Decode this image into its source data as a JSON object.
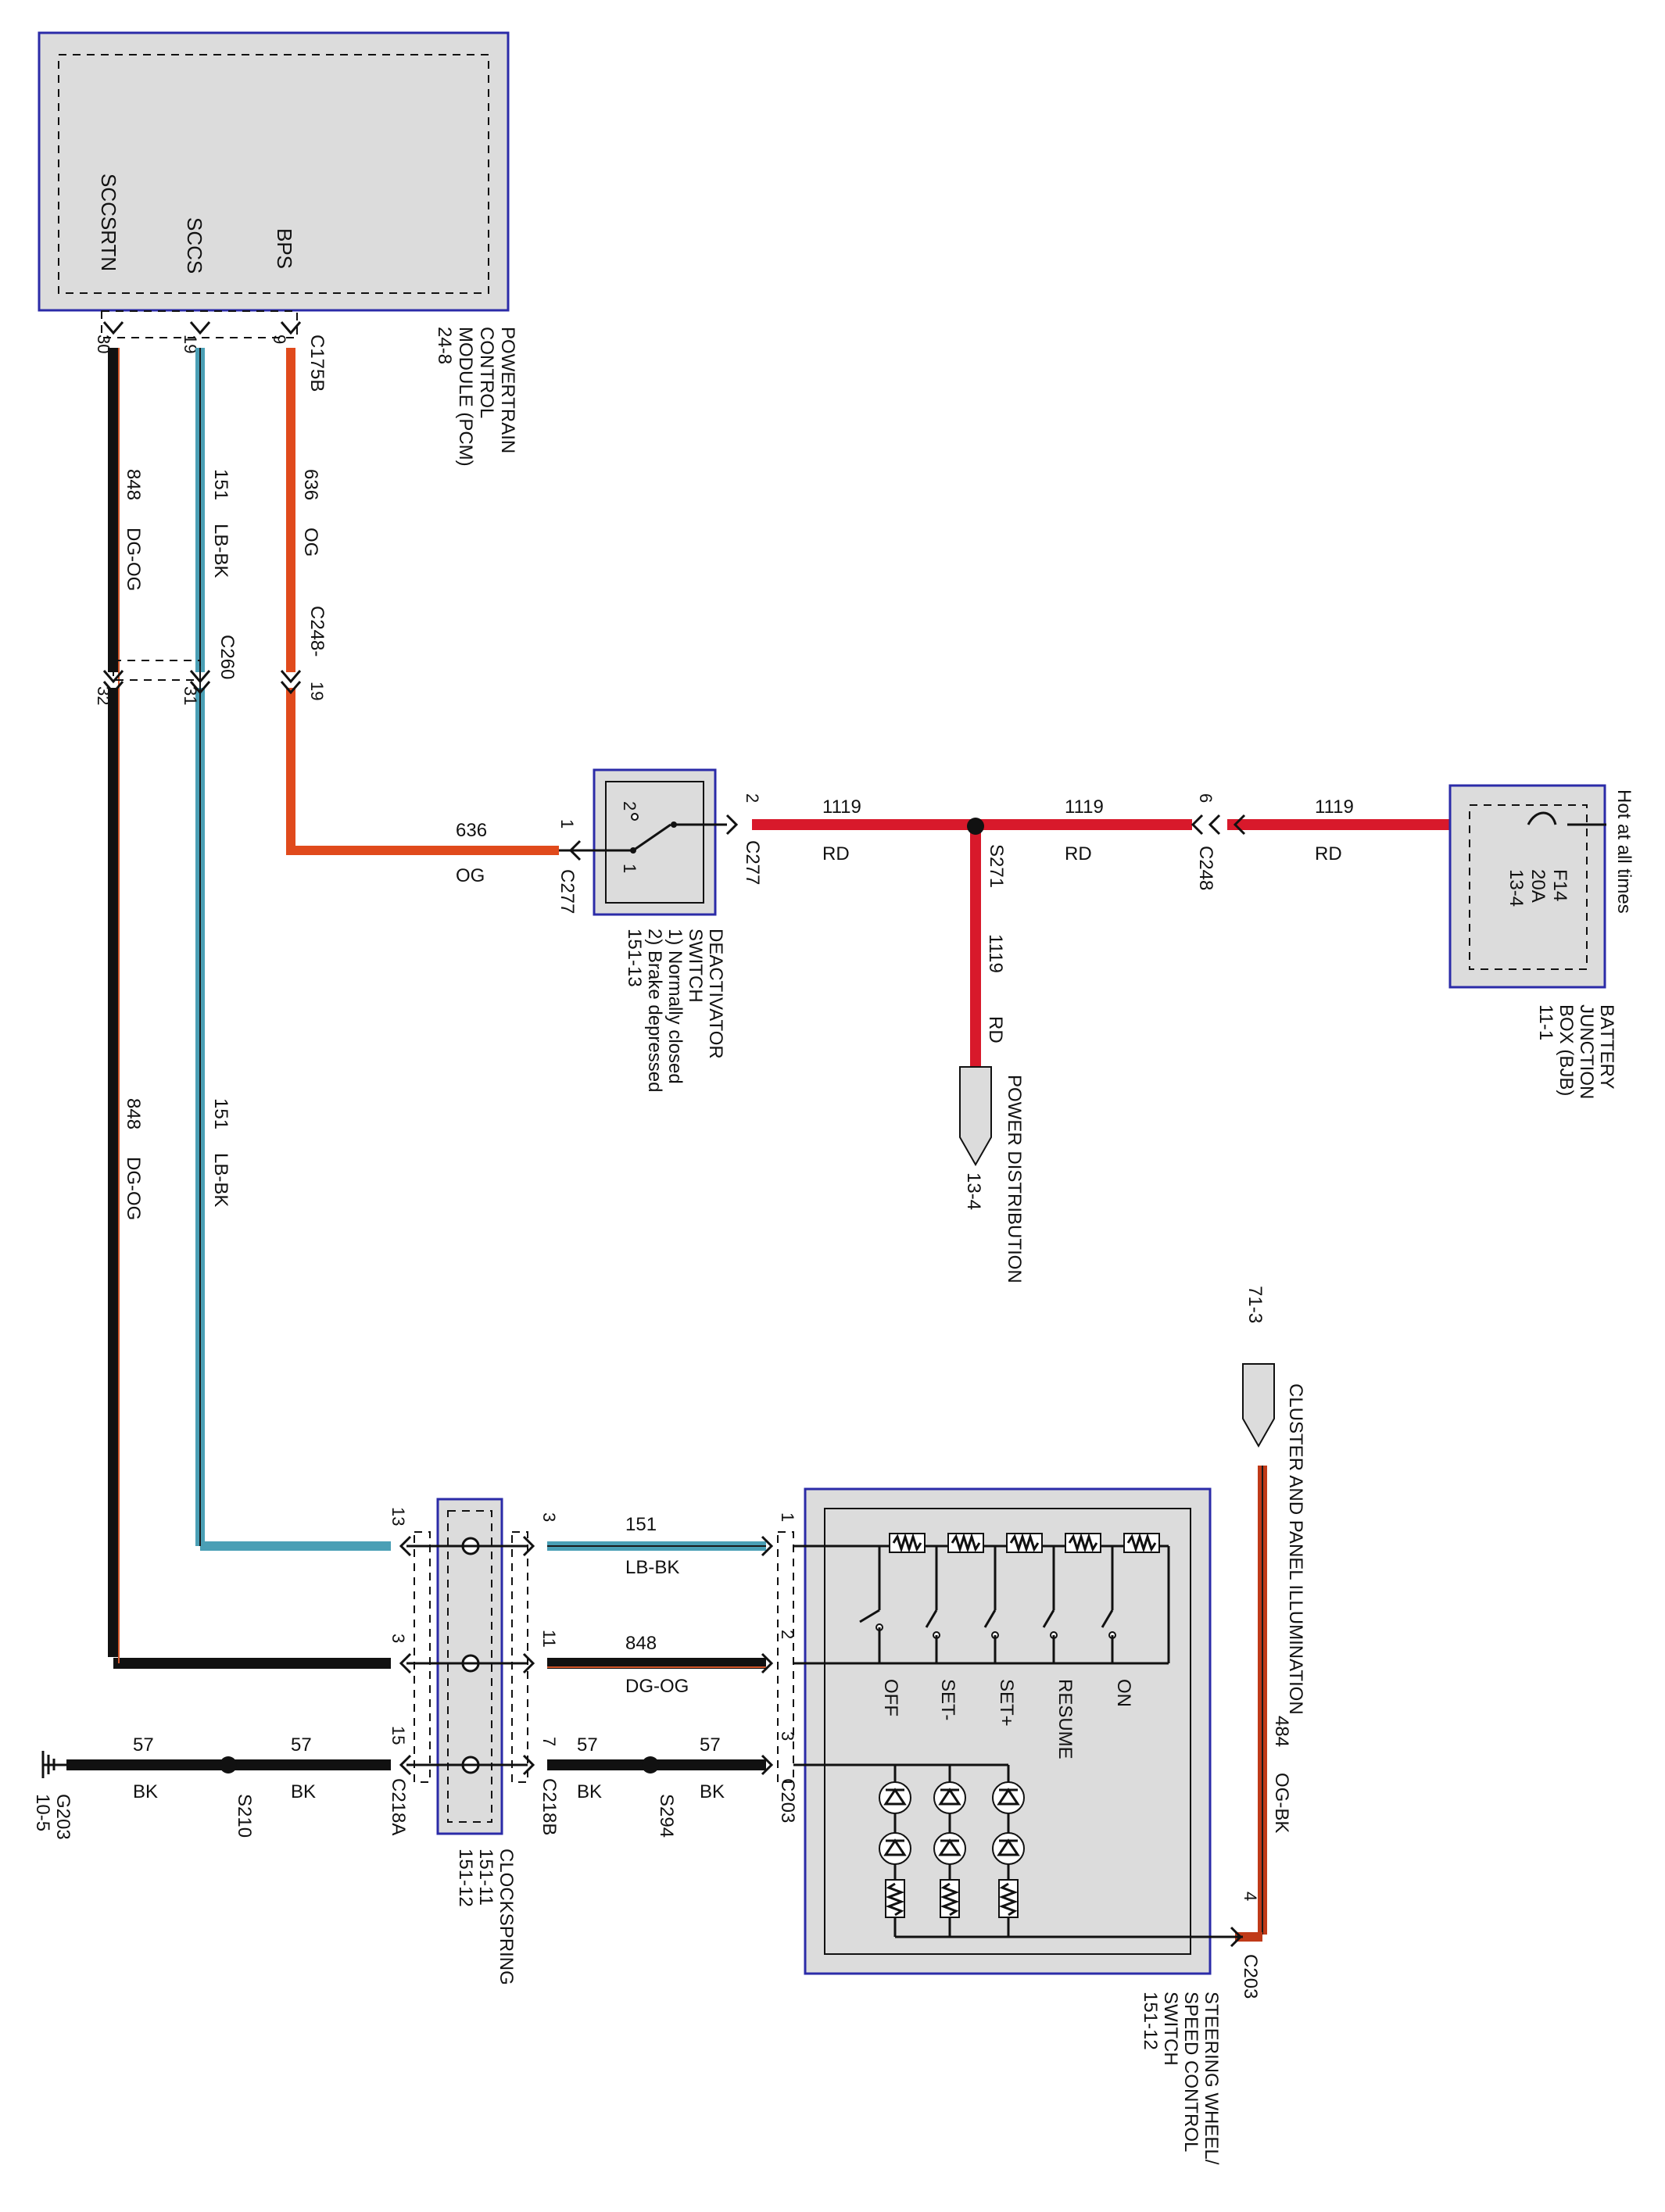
{
  "pcm": {
    "pins": [
      "SCCSRTN",
      "SCCS",
      "BPS"
    ],
    "label": [
      "POWERTRAIN",
      "CONTROL",
      "MODULE (PCM)",
      "24-8"
    ],
    "connector": "C175B",
    "pin_numbers": [
      "30",
      "19",
      "9"
    ]
  },
  "wires": {
    "w848": {
      "circuit": "848",
      "color": "DG-OG"
    },
    "w151": {
      "circuit": "151",
      "color": "LB-BK"
    },
    "w636": {
      "circuit": "636",
      "color": "OG"
    },
    "w1119": {
      "circuit": "1119",
      "color": "RD"
    },
    "w57": {
      "circuit": "57",
      "color": "BK"
    },
    "w484": {
      "circuit": "484",
      "color": "OG-BK"
    },
    "colors": {
      "dg_og": "#1a1a1a",
      "lb_bk": "#4a9fb5",
      "og": "#e04a1c",
      "rd": "#d8192b",
      "bk": "#111111",
      "og_bk": "#c03a18"
    }
  },
  "connectors": {
    "c260": "C260",
    "c260_pins": [
      "32",
      "31"
    ],
    "c248_19": "C248-",
    "c248_19_pin": "19",
    "c277": "C277",
    "c277_left_pin": "1",
    "c277_right_pin": "2",
    "s271": "S271",
    "c248": "C248",
    "c248_pin": "6",
    "c218a": "C218A",
    "c218a_pins": [
      "13",
      "3",
      "15"
    ],
    "c218b": "C218B",
    "c218b_pins": [
      "3",
      "11",
      "7"
    ],
    "c203": "C203",
    "c203_pins": [
      "1",
      "2",
      "3"
    ],
    "c203_pin4": "4",
    "s210": "S210",
    "s294": "S294",
    "g203": "G203",
    "g203_ref": "10-5"
  },
  "deactivator": {
    "label": [
      "DEACTIVATOR",
      "SWITCH",
      "1) Normally closed",
      "2) Brake depressed",
      "151-13"
    ],
    "pin2": "2",
    "pin1": "1"
  },
  "power_distribution": {
    "label": "POWER DISTRIBUTION",
    "ref": "13-4"
  },
  "bjb": {
    "hot": "Hot at all times",
    "fuse": [
      "F14",
      "20A",
      "13-4"
    ],
    "label": [
      "BATTERY",
      "JUNCTION",
      "BOX (BJB)",
      "11-1"
    ]
  },
  "cluster": {
    "label": "CLUSTER AND PANEL ILLUMINATION",
    "ref": "71-3"
  },
  "clockspring": {
    "label": [
      "CLOCKSPRING",
      "151-11",
      "151-12"
    ]
  },
  "switch": {
    "buttons": [
      "OFF",
      "SET-",
      "SET+",
      "RESUME",
      "ON"
    ],
    "label": [
      "STEERING WHEEL/",
      "SPEED CONTROL",
      "SWITCH",
      "151-12"
    ]
  }
}
